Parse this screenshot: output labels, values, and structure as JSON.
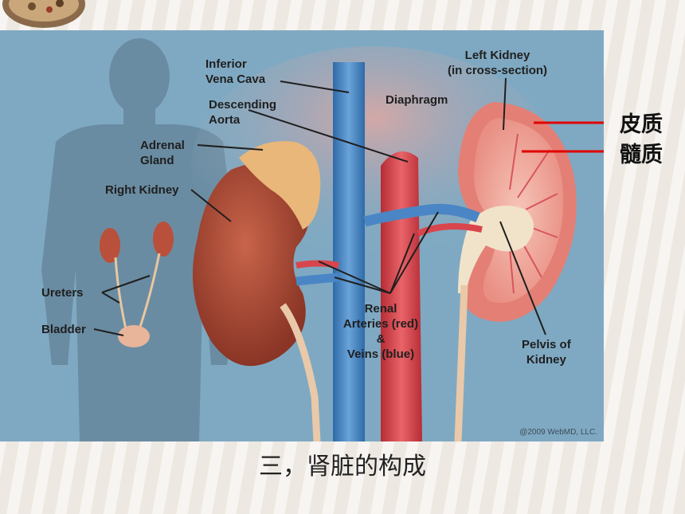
{
  "labels": {
    "inferior_vena_cava": "Inferior\nVena Cava",
    "descending_aorta": "Descending\nAorta",
    "adrenal_gland": "Adrenal\nGland",
    "right_kidney": "Right Kidney",
    "ureters": "Ureters",
    "bladder": "Bladder",
    "diaphragm": "Diaphragm",
    "left_kidney": "Left Kidney\n(in cross-section)",
    "renal": "Renal\nArteries (red)\n&\nVeins (blue)",
    "pelvis": "Pelvis of\nKidney"
  },
  "copyright": "@2009 WebMD, LLC.",
  "annotations": {
    "cortex": "皮质",
    "medulla": "髓质"
  },
  "caption": "三，肾脏的构成",
  "colors": {
    "vein_blue": "#4a86c5",
    "artery_red": "#d9454c",
    "pointer_red": "#e00000"
  }
}
